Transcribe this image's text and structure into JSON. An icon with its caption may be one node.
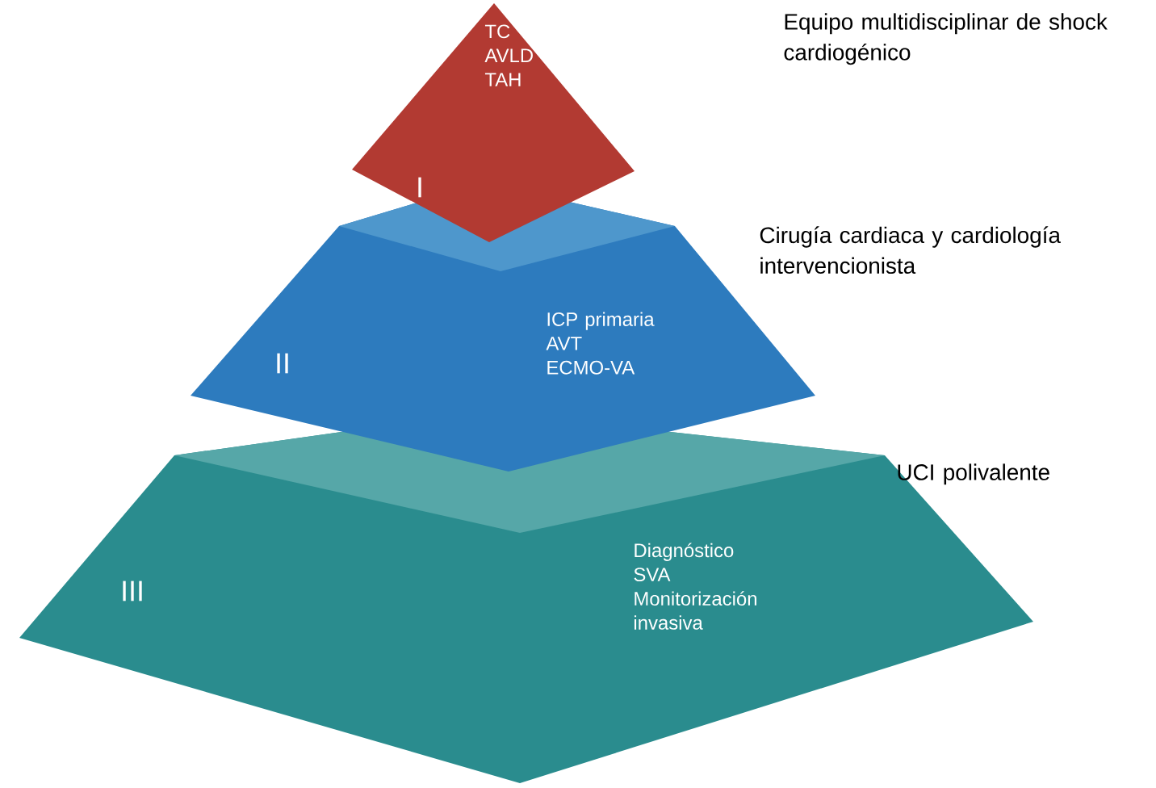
{
  "diagram": {
    "nodes": [
      {
        "text": [
          "I",
          "TC",
          "AVLD",
          "TAH"
        ]
      },
      {
        "text": [
          "II",
          "ICP primaria",
          "AVT",
          "ECMO-VA"
        ]
      },
      {
        "text": [
          "III",
          "Diagnóstico",
          "SVA",
          "Monitorización invasiva"
        ]
      }
    ],
    "labels": [
      "Equipo multidisciplinar de shock cardiogénico",
      "Cirugía cardiaca y cardiología intervencionista",
      "UCI polivalente"
    ]
  }
}
